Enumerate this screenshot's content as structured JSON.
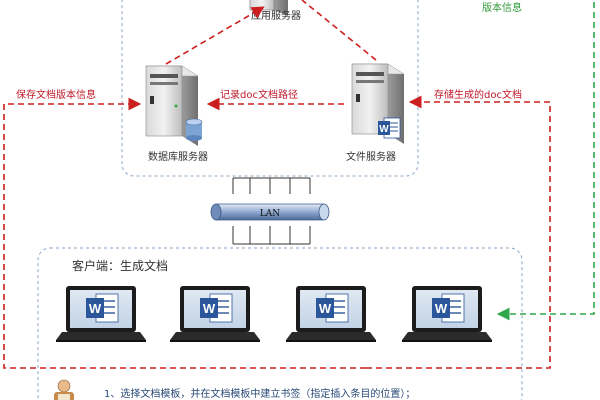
{
  "servers": {
    "app": {
      "label": "应用服务器"
    },
    "db": {
      "label": "数据库服务器"
    },
    "file": {
      "label": "文件服务器"
    }
  },
  "annotations": {
    "save_version": "保存文档版本信息",
    "record_path": "记录doc文档路径",
    "store_doc": "存储生成的doc文档",
    "version_info": "版本信息"
  },
  "network": {
    "lan_label": "LAN"
  },
  "client": {
    "title": "客户端：生成文档",
    "steps": [
      "1、选择文档模板，并在文档模板中建立书签（指定插入条目的位置）；"
    ]
  },
  "colors": {
    "red_arrow": "#cc1f1f",
    "green_arrow": "#2ea84a",
    "panel_border": "#8aa6c8",
    "annotation_red": "#c0182b",
    "annotation_green": "#2e9a3a"
  },
  "icons": {
    "server": "server-tower-icon",
    "database": "database-cylinder-icon",
    "word": "word-document-icon",
    "laptop": "laptop-icon",
    "person": "person-icon"
  }
}
